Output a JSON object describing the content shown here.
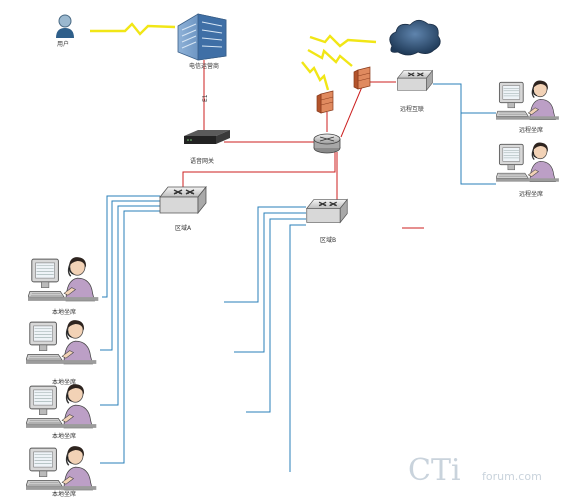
{
  "labels": {
    "user": "用户",
    "telecom": "电信运营商",
    "pstn_link": "E1",
    "gateway": "语音网关",
    "router": "",
    "internet": "",
    "remote_switch": "远程互联",
    "remote_agent_1": "远程坐席",
    "remote_agent_2": "远程坐席",
    "zone_a": "区域A",
    "zone_b": "区域B",
    "local_agent_1": "本地坐席",
    "local_agent_2": "本地坐席",
    "local_agent_3": "本地坐席",
    "local_agent_4": "本地坐席"
  },
  "watermark": {
    "mark": "CTi",
    "site": "forum.com"
  },
  "colors": {
    "data_line": "#cc1f1f",
    "access_line": "#2a7fb8",
    "lightning": "#f1e616",
    "building": "#5f8fc4",
    "cloud": "#2c4b6e",
    "firewall": "#d9774e"
  }
}
